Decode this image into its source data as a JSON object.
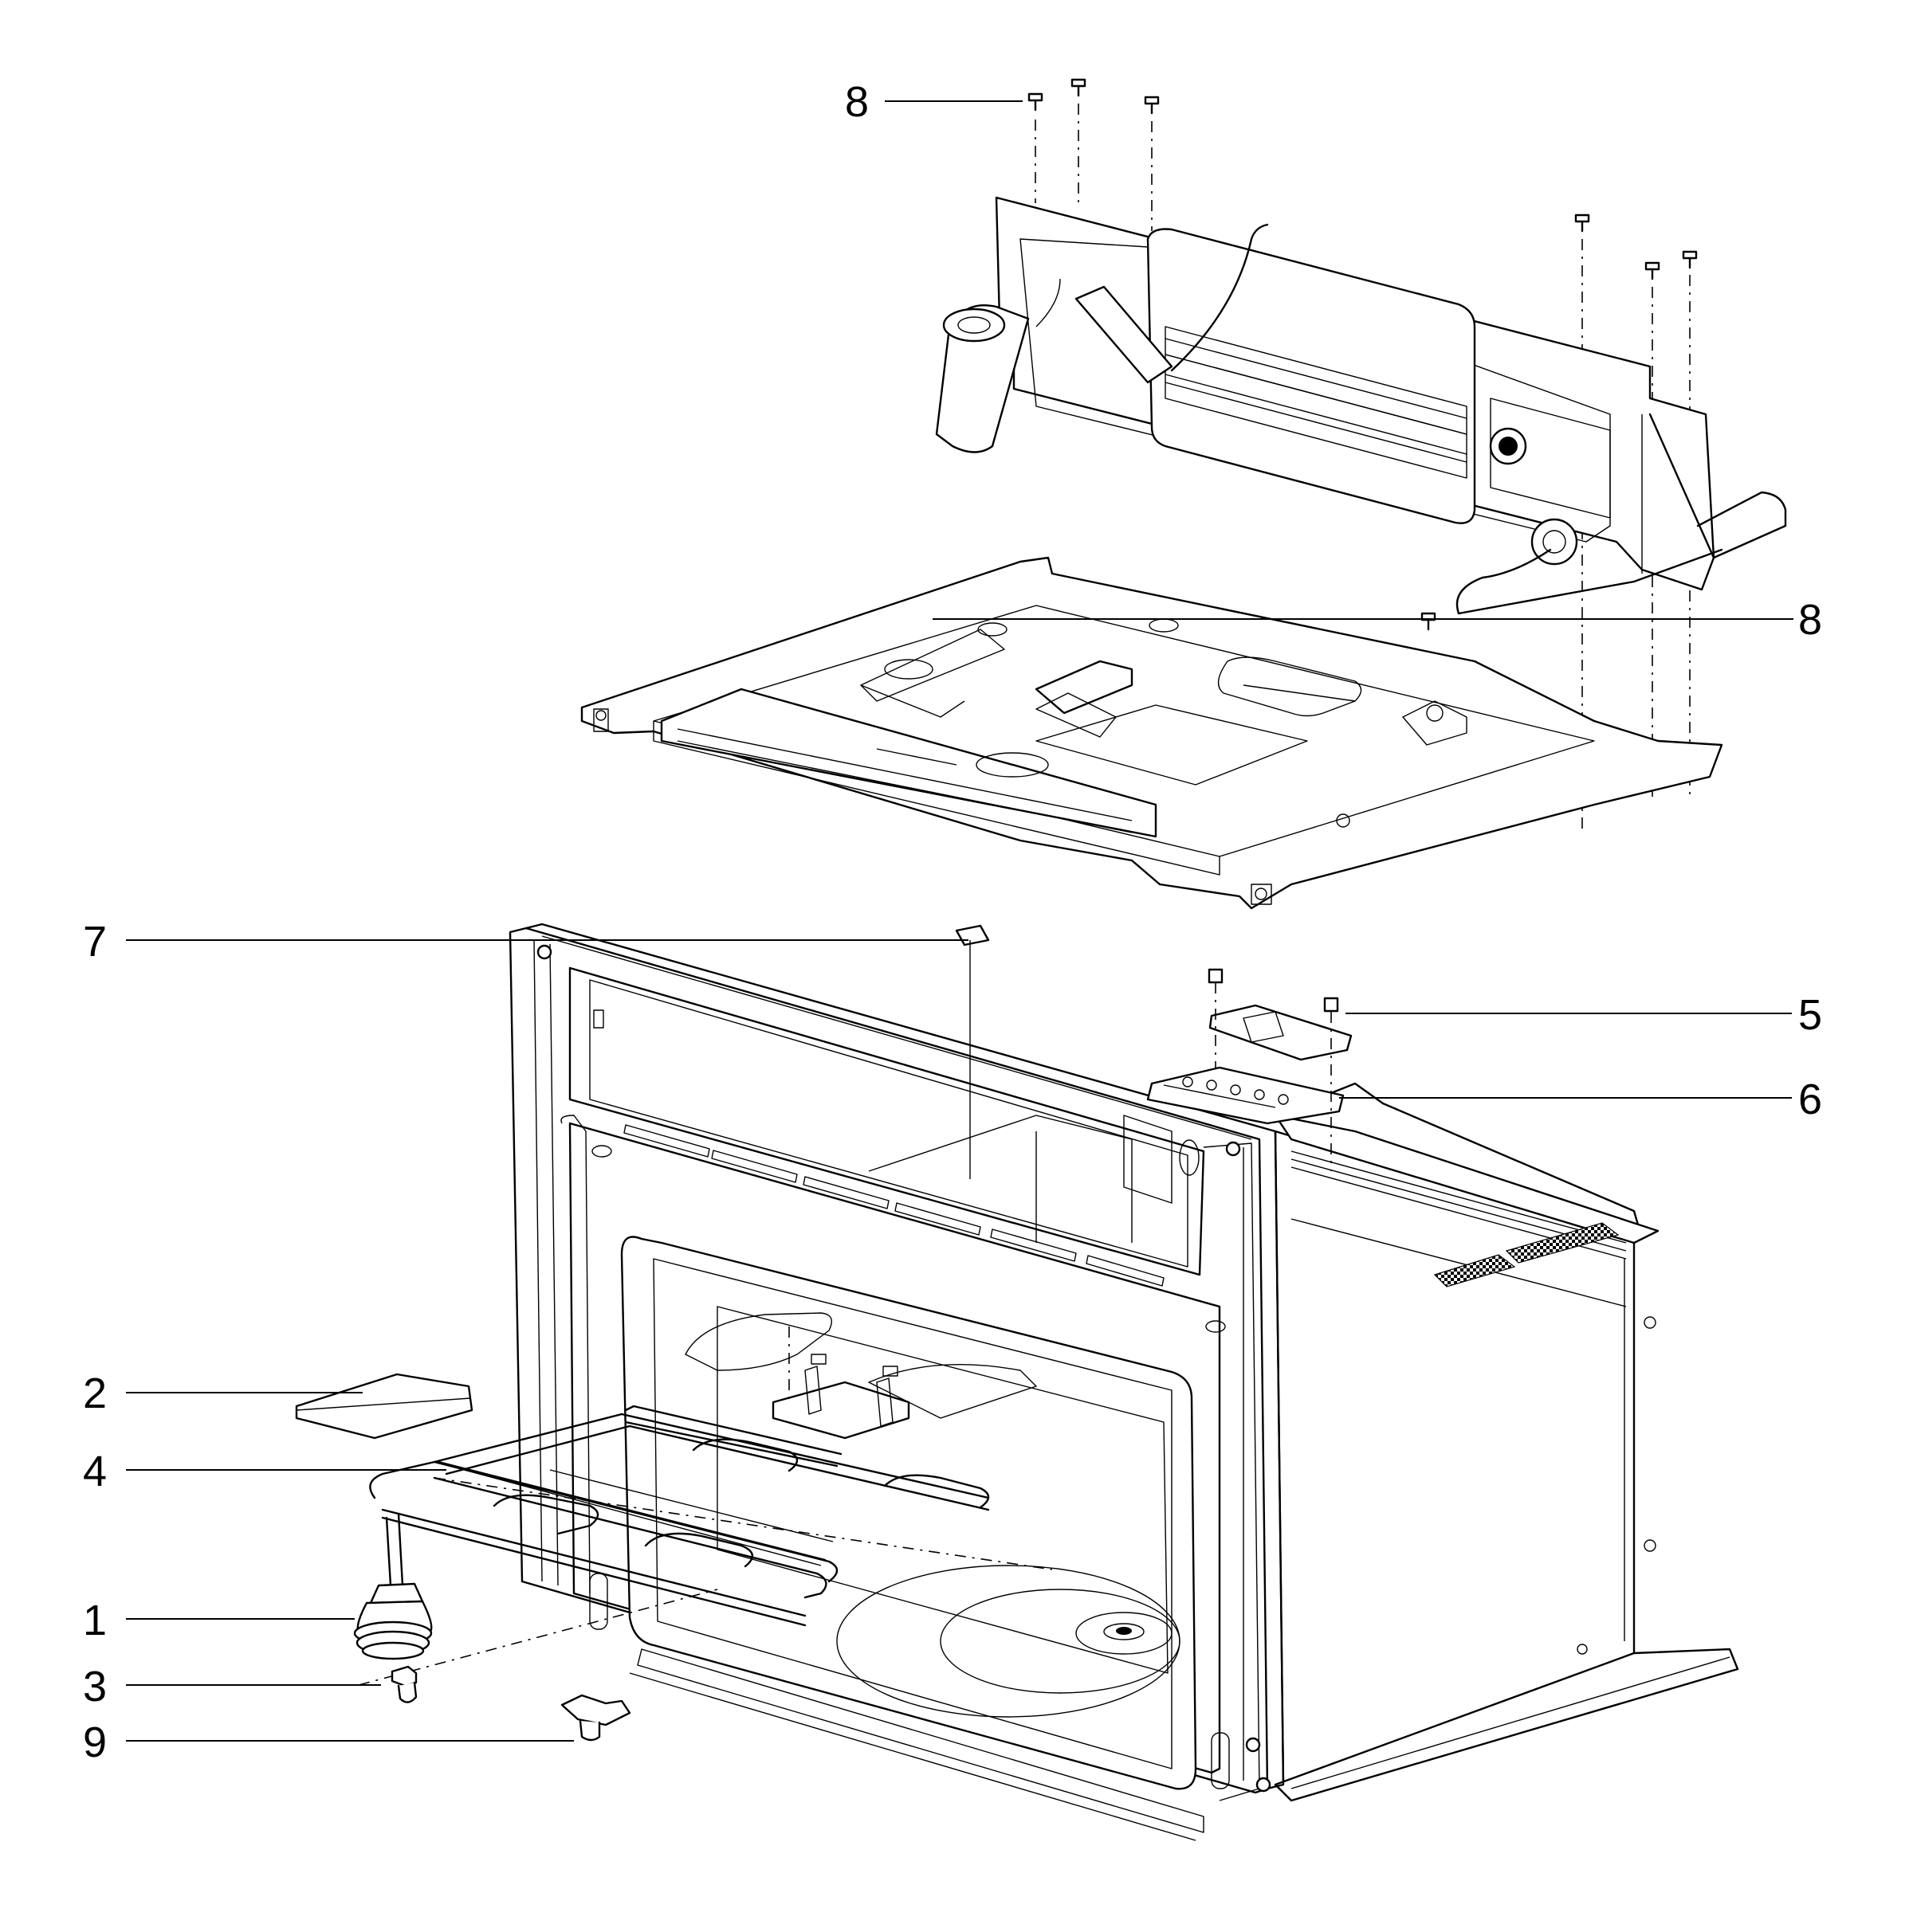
{
  "callouts": [
    {
      "id": "callout-1",
      "label": "1"
    },
    {
      "id": "callout-2",
      "label": "2"
    },
    {
      "id": "callout-3",
      "label": "3"
    },
    {
      "id": "callout-4",
      "label": "4"
    },
    {
      "id": "callout-5",
      "label": "5"
    },
    {
      "id": "callout-6",
      "label": "6"
    },
    {
      "id": "callout-7",
      "label": "7"
    },
    {
      "id": "callout-8-top",
      "label": "8"
    },
    {
      "id": "callout-8-right",
      "label": "8"
    },
    {
      "id": "callout-9",
      "label": "9"
    }
  ],
  "colors": {
    "line": "#000000",
    "background": "#ffffff"
  }
}
